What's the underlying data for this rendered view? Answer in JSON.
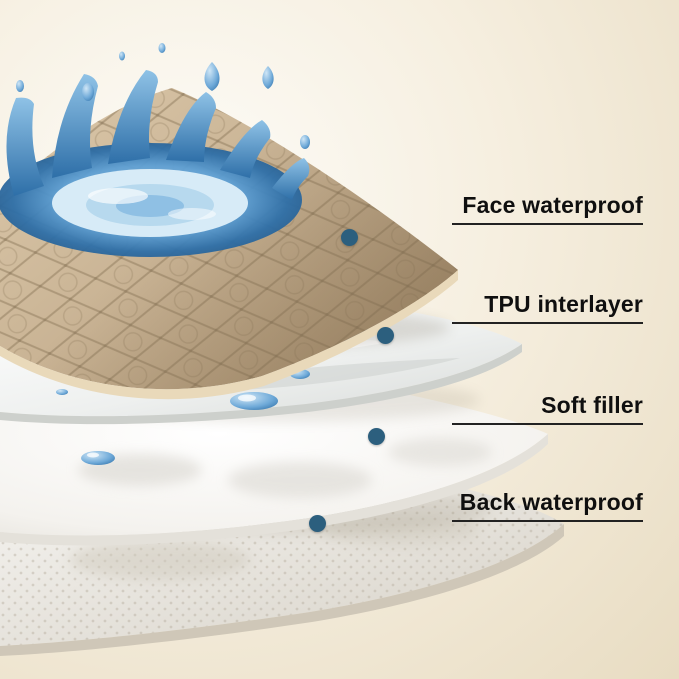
{
  "colors": {
    "background_center": "#fdfcf8",
    "background_edge": "#e8dcc2",
    "callout_dot": "#2c5f7e",
    "callout_line": "#222222",
    "label_text": "#0f0f0f",
    "fabric_tan": "#c9b394",
    "water_blue": "#4f9ad2",
    "filler_white": "#fbfbfa",
    "back_gray": "#ddd8cf"
  },
  "diagram": {
    "layers": [
      {
        "label": "Face waterproof"
      },
      {
        "label": "TPU interlayer"
      },
      {
        "label": "Soft filler"
      },
      {
        "label": "Back waterproof"
      }
    ]
  }
}
